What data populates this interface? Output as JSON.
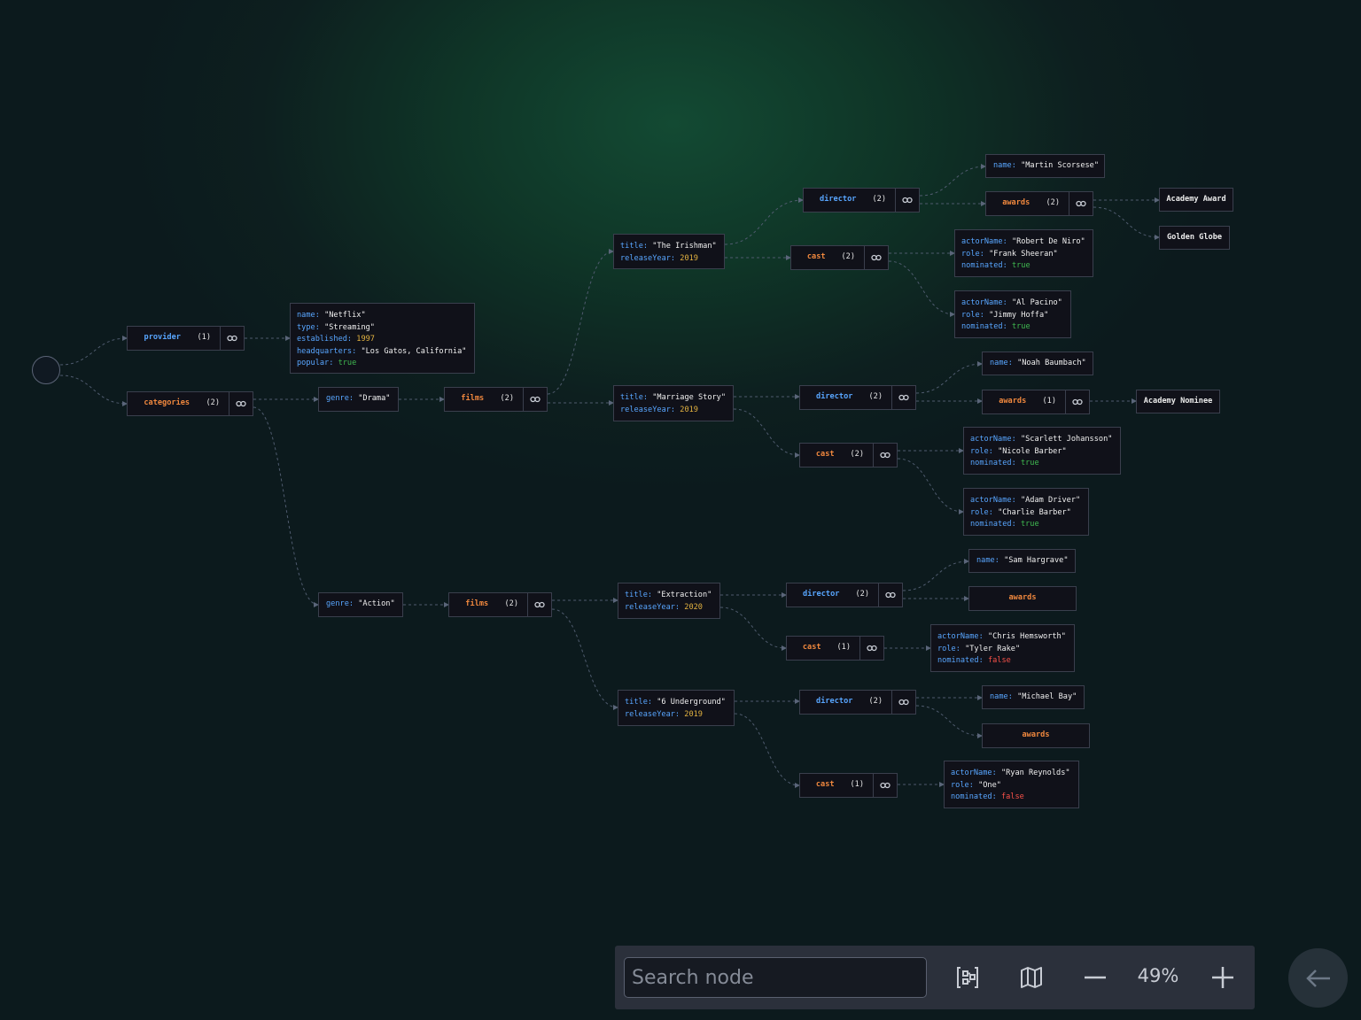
{
  "graph": {
    "provider": {
      "label": "provider",
      "count": "(1)"
    },
    "categories": {
      "label": "categories",
      "count": "(2)"
    },
    "provider_obj": [
      {
        "key": "name",
        "value": "\"Netflix\"",
        "type": "str"
      },
      {
        "key": "type",
        "value": "\"Streaming\"",
        "type": "str"
      },
      {
        "key": "established",
        "value": "1997",
        "type": "num"
      },
      {
        "key": "headquarters",
        "value": "\"Los Gatos, California\"",
        "type": "str"
      },
      {
        "key": "popular",
        "value": "true",
        "type": "bt"
      }
    ],
    "genre_drama": {
      "key": "genre",
      "value": "\"Drama\""
    },
    "genre_action": {
      "key": "genre",
      "value": "\"Action\""
    },
    "films_drama": {
      "label": "films",
      "count": "(2)"
    },
    "films_action": {
      "label": "films",
      "count": "(2)"
    },
    "film_irishman": [
      {
        "key": "title",
        "value": "\"The Irishman\"",
        "type": "str"
      },
      {
        "key": "releaseYear",
        "value": "2019",
        "type": "num"
      }
    ],
    "film_marriage": [
      {
        "key": "title",
        "value": "\"Marriage Story\"",
        "type": "str"
      },
      {
        "key": "releaseYear",
        "value": "2019",
        "type": "num"
      }
    ],
    "film_extraction": [
      {
        "key": "title",
        "value": "\"Extraction\"",
        "type": "str"
      },
      {
        "key": "releaseYear",
        "value": "2020",
        "type": "num"
      }
    ],
    "film_6u": [
      {
        "key": "title",
        "value": "\"6 Underground\"",
        "type": "str"
      },
      {
        "key": "releaseYear",
        "value": "2019",
        "type": "num"
      }
    ],
    "director_irishman": {
      "label": "director",
      "count": "(2)"
    },
    "cast_irishman": {
      "label": "cast",
      "count": "(2)"
    },
    "director_marriage": {
      "label": "director",
      "count": "(2)"
    },
    "cast_marriage": {
      "label": "cast",
      "count": "(2)"
    },
    "director_extraction": {
      "label": "director",
      "count": "(2)"
    },
    "cast_extraction": {
      "label": "cast",
      "count": "(1)"
    },
    "director_6u": {
      "label": "director",
      "count": "(2)"
    },
    "cast_6u": {
      "label": "cast",
      "count": "(1)"
    },
    "name_scorsese": {
      "key": "name",
      "value": "\"Martin Scorsese\""
    },
    "awards_scorsese": {
      "label": "awards",
      "count": "(2)"
    },
    "award_academy": "Academy Award",
    "award_golden": "Golden Globe",
    "actor_deniro": [
      {
        "key": "actorName",
        "value": "\"Robert De Niro\"",
        "type": "str"
      },
      {
        "key": "role",
        "value": "\"Frank Sheeran\"",
        "type": "str"
      },
      {
        "key": "nominated",
        "value": "true",
        "type": "bt"
      }
    ],
    "actor_pacino": [
      {
        "key": "actorName",
        "value": "\"Al Pacino\"",
        "type": "str"
      },
      {
        "key": "role",
        "value": "\"Jimmy Hoffa\"",
        "type": "str"
      },
      {
        "key": "nominated",
        "value": "true",
        "type": "bt"
      }
    ],
    "name_baumbach": {
      "key": "name",
      "value": "\"Noah Baumbach\""
    },
    "awards_baumbach": {
      "label": "awards",
      "count": "(1)"
    },
    "award_nominee": "Academy Nominee",
    "actor_johansson": [
      {
        "key": "actorName",
        "value": "\"Scarlett Johansson\"",
        "type": "str"
      },
      {
        "key": "role",
        "value": "\"Nicole Barber\"",
        "type": "str"
      },
      {
        "key": "nominated",
        "value": "true",
        "type": "bt"
      }
    ],
    "actor_driver": [
      {
        "key": "actorName",
        "value": "\"Adam Driver\"",
        "type": "str"
      },
      {
        "key": "role",
        "value": "\"Charlie Barber\"",
        "type": "str"
      },
      {
        "key": "nominated",
        "value": "true",
        "type": "bt"
      }
    ],
    "name_hargrave": {
      "key": "name",
      "value": "\"Sam Hargrave\""
    },
    "awards_hargrave": "awards",
    "actor_hemsworth": [
      {
        "key": "actorName",
        "value": "\"Chris Hemsworth\"",
        "type": "str"
      },
      {
        "key": "role",
        "value": "\"Tyler Rake\"",
        "type": "str"
      },
      {
        "key": "nominated",
        "value": "false",
        "type": "bf"
      }
    ],
    "name_bay": {
      "key": "name",
      "value": "\"Michael Bay\""
    },
    "awards_bay": "awards",
    "actor_reynolds": [
      {
        "key": "actorName",
        "value": "\"Ryan Reynolds\"",
        "type": "str"
      },
      {
        "key": "role",
        "value": "\"One\"",
        "type": "str"
      },
      {
        "key": "nominated",
        "value": "false",
        "type": "bf"
      }
    ]
  },
  "toolbar": {
    "search_placeholder": "Search node",
    "zoom": "49%"
  },
  "icons": {
    "fit": "fit-view-icon",
    "map": "map-icon",
    "zoom_out": "minus-icon",
    "zoom_in": "plus-icon",
    "back": "arrow-left-icon",
    "link": "link-icon"
  },
  "colors": {
    "key": "#58a6ff",
    "parent_label_orange": "#f0883e",
    "parent_label_blue": "#58a6ff",
    "number": "#e3b341",
    "bool_true": "#3fb950",
    "bool_false": "#f85149",
    "node_bg": "#101119",
    "node_border": "#3a3f4d"
  }
}
